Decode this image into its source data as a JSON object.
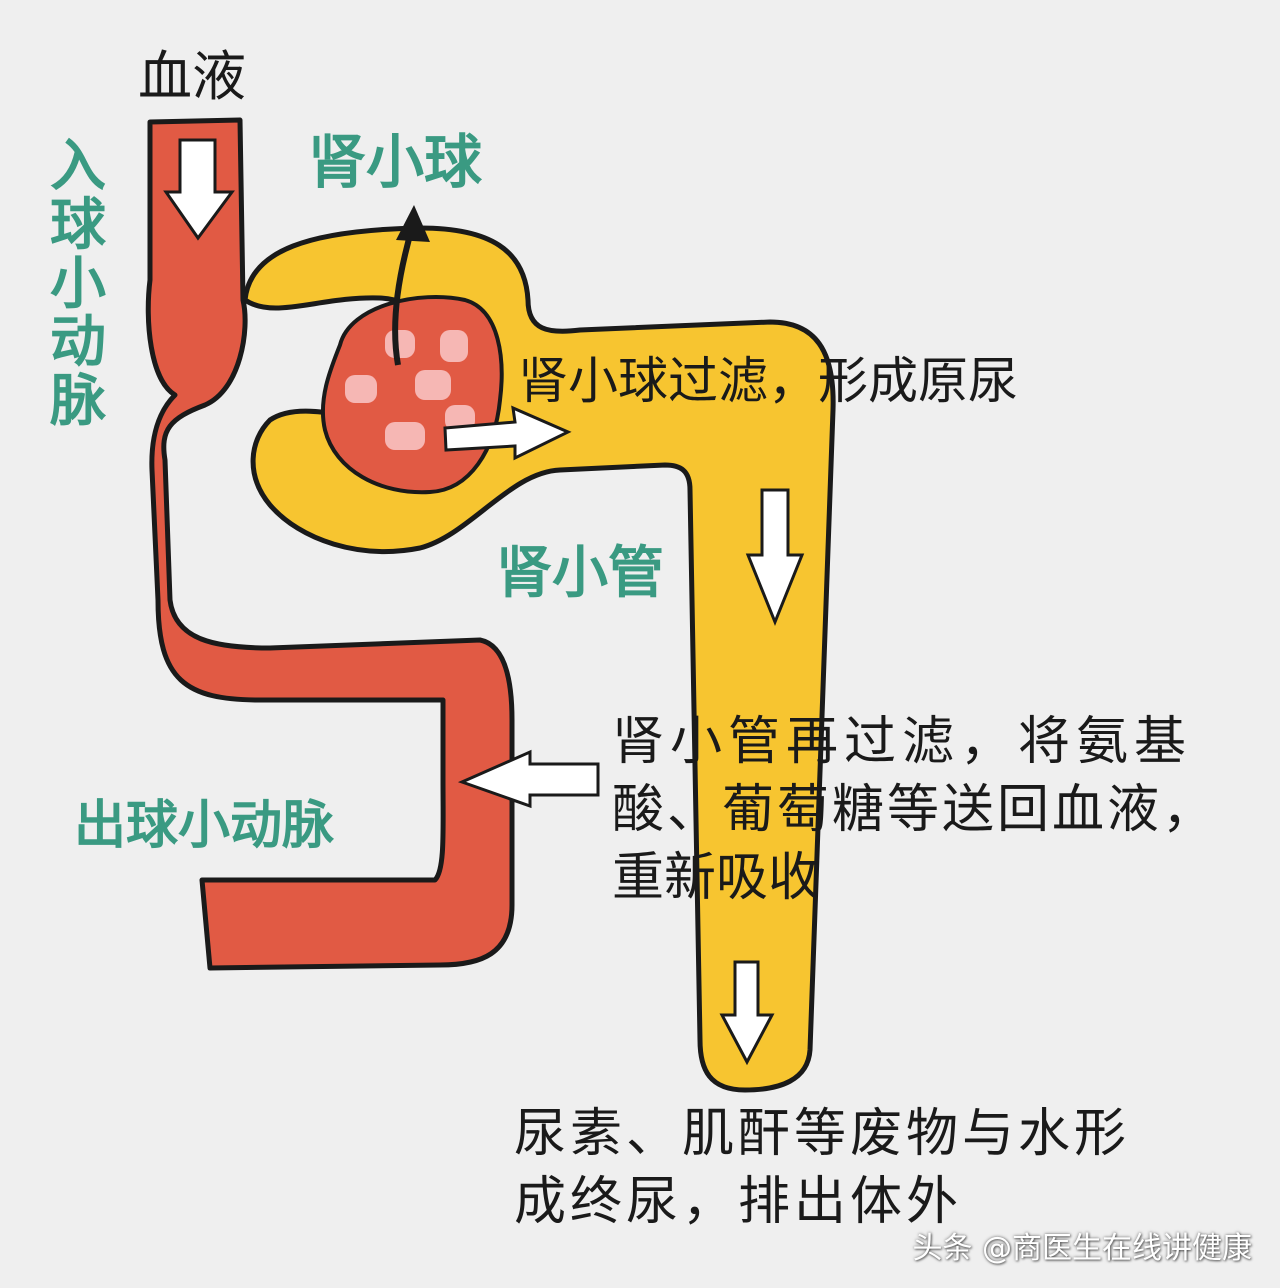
{
  "colors": {
    "background": "#efefef",
    "arteriole": "#e15a44",
    "tubule": "#f7c530",
    "outline": "#1a1a1a",
    "glomerulus_spots": "#f6b7b4",
    "label_green": "#3a9a82",
    "arrow_fill": "#ffffff"
  },
  "labels": {
    "blood": "血液",
    "afferent_arteriole": "入球小动脉",
    "glomerulus": "肾小球",
    "filtration": "肾小球过滤，形成原尿",
    "tubule": "肾小管",
    "reabsorption_line1": "肾小管再过滤，将氨基",
    "reabsorption_line2": "酸、葡萄糖等送回血液，",
    "reabsorption_line3": "重新吸收",
    "efferent_arteriole": "出球小动脉",
    "final_urine_line1": "尿素、肌酐等废物与水形",
    "final_urine_line2": "成终尿，排出体外"
  },
  "watermark": "头条 @商医生在线讲健康"
}
